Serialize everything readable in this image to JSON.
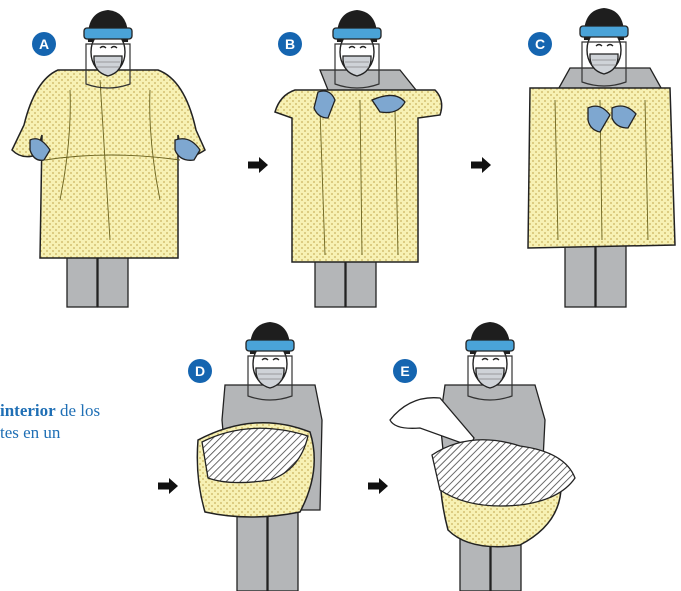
{
  "steps": [
    {
      "letter": "A"
    },
    {
      "letter": "B"
    },
    {
      "letter": "C"
    },
    {
      "letter": "D"
    },
    {
      "letter": "E"
    }
  ],
  "caption": {
    "line1_bold": "interior",
    "line1_rest": " de los",
    "line2": "tes en un"
  },
  "colors": {
    "badge": "#1565b0",
    "gown": "#f7f1b4",
    "gown_dots": "#c9b25e",
    "gloves": "#7ea7d0",
    "face_shield_band": "#4aa3d8",
    "scrubs": "#b4b6b8",
    "mask": "#cfd3d8",
    "caption_text": "#1f6fb5"
  },
  "icons": [
    "arrow-right-icon"
  ]
}
